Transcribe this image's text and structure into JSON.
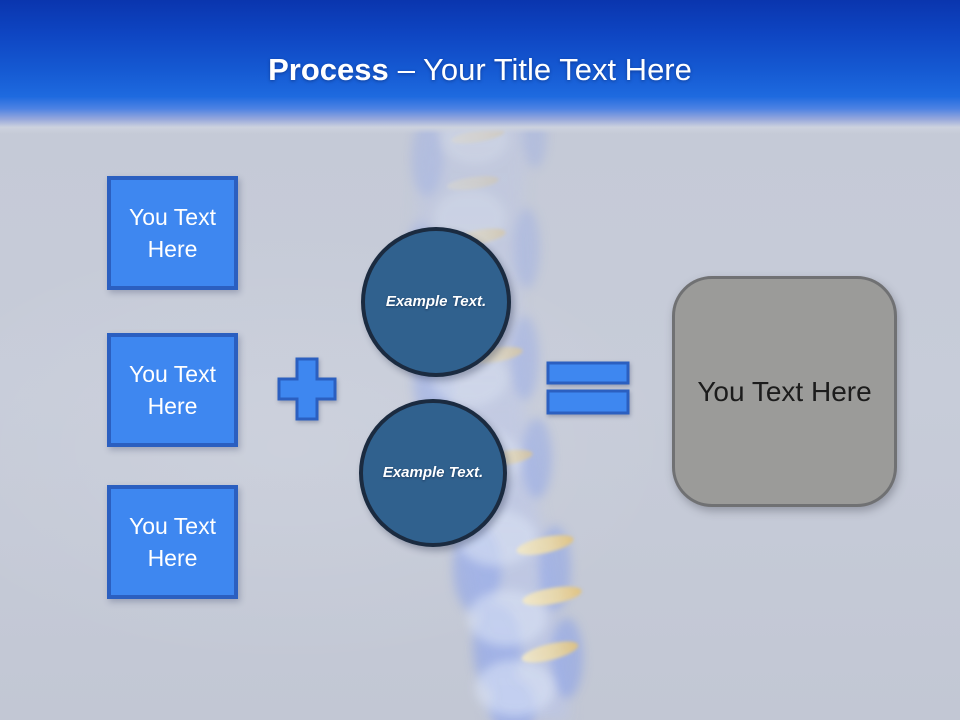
{
  "header": {
    "title_emphasis": "Process",
    "title_rest": "– Your Title Text Here"
  },
  "diagram": {
    "input_boxes": [
      {
        "label": "You Text Here"
      },
      {
        "label": "You Text Here"
      },
      {
        "label": "You Text Here"
      }
    ],
    "plus_operator": {
      "icon": "plus-icon"
    },
    "equals_operator": {
      "icon": "equals-icon"
    },
    "example_circles": [
      {
        "label": "Example Text."
      },
      {
        "label": "Example Text."
      }
    ],
    "result_box": {
      "label": "You Text Here"
    },
    "background_artwork": "spine-vertebrae-illustration"
  },
  "colors": {
    "header_top": "#0a35ae",
    "header_mid": "#1559d2",
    "header_bottom": "#1e6adf",
    "canvas_bg": "#c4c9d6",
    "title_text": "#ffffff",
    "shape_blue_fill": "#3e87f0",
    "shape_blue_border": "#2b5fc0",
    "shape_text": "#ffffff",
    "circle_fill": "#30618e",
    "circle_border": "#1b2b40",
    "result_fill": "#9b9b99",
    "result_border": "#707173",
    "result_text": "#1c1c1c",
    "spine_blue": "#8ba3ea",
    "spine_gold": "#ecd9a4"
  }
}
